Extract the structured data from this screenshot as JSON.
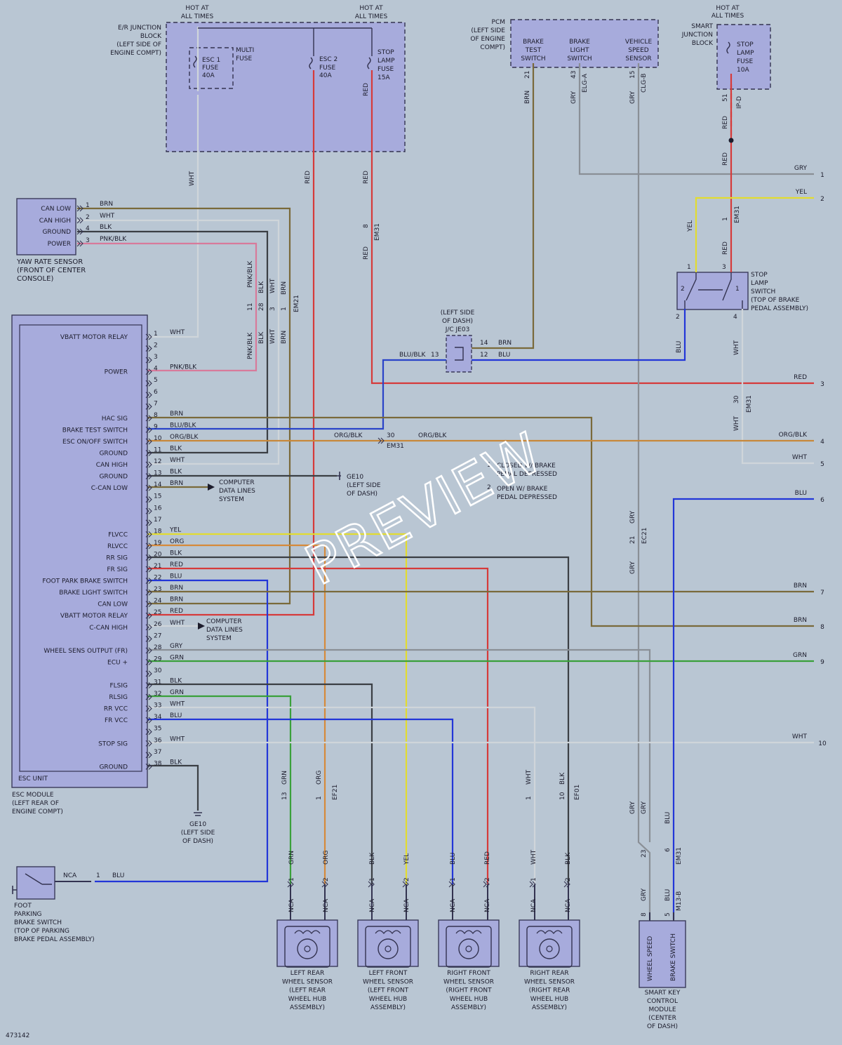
{
  "colors": {
    "background": "#b9c6d3",
    "component_fill": "#a7abdc",
    "text": "#1c1c2c",
    "RED": "#d63a3a",
    "BRN": "#7a6a3a",
    "WHT": "#cfd5da",
    "GRY": "#8a8f96",
    "BLK": "#3b3f44",
    "BLU": "#2236d8",
    "YEL": "#e2dc30",
    "ORG": "#d68a3a",
    "GRN": "#3aa03a",
    "PNK_BLK": "#d87a9a",
    "ORG_BLK": "#c8883a",
    "BLU_BLK": "#2a44c8"
  },
  "watermark": "PREVIEW",
  "diagram_id": "473142",
  "headers": {
    "hot1": [
      "HOT AT",
      "ALL TIMES"
    ],
    "hot2": [
      "HOT AT",
      "ALL TIMES"
    ],
    "hot3": [
      "HOT AT",
      "ALL TIMES"
    ]
  },
  "er_block": {
    "label": [
      "E/R JUNCTION",
      "BLOCK",
      "(LEFT SIDE OF",
      "ENGINE COMPT)"
    ],
    "esc1": [
      "ESC 1",
      "FUSE",
      "40A"
    ],
    "multi": [
      "MULTI",
      "FUSE"
    ],
    "esc2": [
      "ESC 2",
      "FUSE",
      "40A"
    ],
    "stop": [
      "STOP",
      "LAMP",
      "FUSE",
      "15A"
    ]
  },
  "pcm": {
    "label": [
      "PCM",
      "(LEFT SIDE",
      "OF ENGINE",
      "COMPT)"
    ],
    "c1": [
      "BRAKE",
      "TEST",
      "SWITCH"
    ],
    "c2": [
      "BRAKE",
      "LIGHT",
      "SWITCH"
    ],
    "c3": [
      "VEHICLE",
      "SPEED",
      "SENSOR"
    ],
    "p21": "21",
    "p43": "43",
    "p15": "15",
    "elg": "ELG-A",
    "clg": "CLG-B"
  },
  "sjb": {
    "label": [
      "SMART",
      "JUNCTION",
      "BLOCK"
    ],
    "fuse": [
      "STOP",
      "LAMP",
      "FUSE",
      "10A"
    ],
    "p51": "51",
    "ipd": "IP-D"
  },
  "yaw": {
    "pins": [
      "CAN LOW",
      "CAN HIGH",
      "GROUND",
      "POWER"
    ],
    "nums": [
      "1",
      "2",
      "4",
      "3"
    ],
    "wires": [
      "BRN",
      "WHT",
      "BLK",
      "PNK/BLK"
    ],
    "label": [
      "YAW RATE SENSOR",
      "(FRONT OF CENTER",
      "CONSOLE)"
    ]
  },
  "esc": {
    "pins": [
      "VBATT MOTOR RELAY",
      "",
      "",
      "POWER",
      "",
      "",
      "",
      "HAC SIG",
      "BRAKE TEST SWITCH",
      "ESC ON/OFF SWITCH",
      "GROUND",
      "CAN HIGH",
      "GROUND",
      "C-CAN LOW",
      "",
      "",
      "",
      "FLVCC",
      "RLVCC",
      "RR SIG",
      "FR SIG",
      "FOOT PARK BRAKE SWITCH",
      "BRAKE LIGHT SWITCH",
      "CAN LOW",
      "VBATT MOTOR RELAY",
      "C-CAN HIGH",
      "",
      "WHEEL SENS OUTPUT (FR)",
      "ECU +",
      "",
      "FLSIG",
      "RLSIG",
      "RR VCC",
      "FR VCC",
      "",
      "STOP SIG",
      "",
      "GROUND"
    ],
    "wires": [
      "WHT",
      "",
      "",
      "PNK/BLK",
      "",
      "",
      "",
      "BRN",
      "BLU/BLK",
      "ORG/BLK",
      "BLK",
      "WHT",
      "BLK",
      "BRN",
      "",
      "",
      "",
      "YEL",
      "ORG",
      "BLK",
      "RED",
      "BLU",
      "BRN",
      "BRN",
      "RED",
      "WHT",
      "",
      "GRY",
      "GRN",
      "",
      "BLK",
      "GRN",
      "WHT",
      "BLU",
      "",
      "WHT",
      "",
      "BLK"
    ],
    "unit": "ESC UNIT",
    "label": [
      "ESC MODULE",
      "(LEFT REAR OF",
      "ENGINE COMPT)"
    ]
  },
  "cds1": [
    "COMPUTER",
    "DATA LINES",
    "SYSTEM"
  ],
  "cds2": [
    "COMPUTER",
    "DATA LINES",
    "SYSTEM"
  ],
  "ge10a": [
    "GE10",
    "(LEFT SIDE",
    "OF DASH)"
  ],
  "ge10b": [
    "GE10",
    "(LEFT SIDE",
    "OF DASH)"
  ],
  "je03": {
    "label": [
      "(LEFT SIDE",
      "OF DASH)",
      "J/C JE03"
    ],
    "p13": "13",
    "p14": "14",
    "p12": "12",
    "w13": "BLU/BLK",
    "w14": "BRN",
    "w12": "BLU"
  },
  "stop_sw": {
    "label": [
      "STOP",
      "LAMP",
      "SWITCH",
      "(TOP OF BRAKE",
      "PEDAL ASSEMBLY)"
    ],
    "p1": "1",
    "p3": "3",
    "p2": "2",
    "p4": "4",
    "c1": "1",
    "c2": "2"
  },
  "notes": {
    "n1": [
      "CLOSED W/ BRAKE",
      "PEDAL DEPRESSED"
    ],
    "n2": [
      "OPEN W/ BRAKE",
      "PEDAL DEPRESSED"
    ],
    "m1": "1",
    "m2": "2"
  },
  "exits": [
    {
      "n": "1",
      "w": "GRY"
    },
    {
      "n": "2",
      "w": "YEL"
    },
    {
      "n": "3",
      "w": "RED"
    },
    {
      "n": "4",
      "w": "ORG/BLK"
    },
    {
      "n": "5",
      "w": "WHT"
    },
    {
      "n": "6",
      "w": "BLU"
    },
    {
      "n": "7",
      "w": "BRN"
    },
    {
      "n": "8",
      "w": "BRN"
    },
    {
      "n": "9",
      "w": "GRN"
    },
    {
      "n": "10",
      "w": "WHT"
    }
  ],
  "conn": {
    "em31": "EM31",
    "em21": "EM21",
    "ef21": "EF21",
    "ef01": "EF01",
    "ec21": "EC21",
    "m13b": "M13-B"
  },
  "wlabels": {
    "wht": "WHT",
    "red": "RED",
    "brn": "BRN",
    "gry": "GRY",
    "yel": "YEL",
    "blu": "BLU",
    "blk": "BLK",
    "pnkblk": "PNK/BLK",
    "orgblk": "ORG/BLK",
    "grn": "GRN",
    "org": "ORG",
    "nca": "NCA"
  },
  "pinnums": {
    "p8": "8",
    "p30": "30",
    "p1": "1",
    "p11": "11",
    "p28": "28",
    "p3": "3",
    "p13": "13",
    "p10": "10",
    "p21": "21",
    "p23": "23",
    "p6": "6",
    "p2": "2",
    "p5": "5"
  },
  "fpbs": {
    "label": [
      "FOOT",
      "PARKING",
      "BRAKE SWITCH",
      "(TOP OF PARKING",
      "BRAKE PEDAL ASSEMBLY)"
    ],
    "nca": "NCA",
    "p1": "1",
    "w": "BLU"
  },
  "sensors": [
    {
      "label": [
        "LEFT REAR",
        "WHEEL SENSOR",
        "(LEFT REAR",
        "WHEEL HUB",
        "ASSEMBLY)"
      ],
      "w1": "GRN",
      "w2": "ORG"
    },
    {
      "label": [
        "LEFT FRONT",
        "WHEEL SENSOR",
        "(LEFT FRONT",
        "WHEEL HUB",
        "ASSEMBLY)"
      ],
      "w1": "BLK",
      "w2": "YEL"
    },
    {
      "label": [
        "RIGHT FRONT",
        "WHEEL SENSOR",
        "(RIGHT FRONT",
        "WHEEL HUB",
        "ASSEMBLY)"
      ],
      "w1": "BLU",
      "w2": "RED"
    },
    {
      "label": [
        "RIGHT REAR",
        "WHEEL SENSOR",
        "(RIGHT REAR",
        "WHEEL HUB",
        "ASSEMBLY)"
      ],
      "w1": "WHT",
      "w2": "BLK"
    }
  ],
  "skm": {
    "label": [
      "SMART KEY",
      "CONTROL",
      "MODULE",
      "(CENTER",
      "OF DASH)"
    ],
    "ws": "WHEEL SPEED",
    "bs": "BRAKE SWITCH"
  }
}
